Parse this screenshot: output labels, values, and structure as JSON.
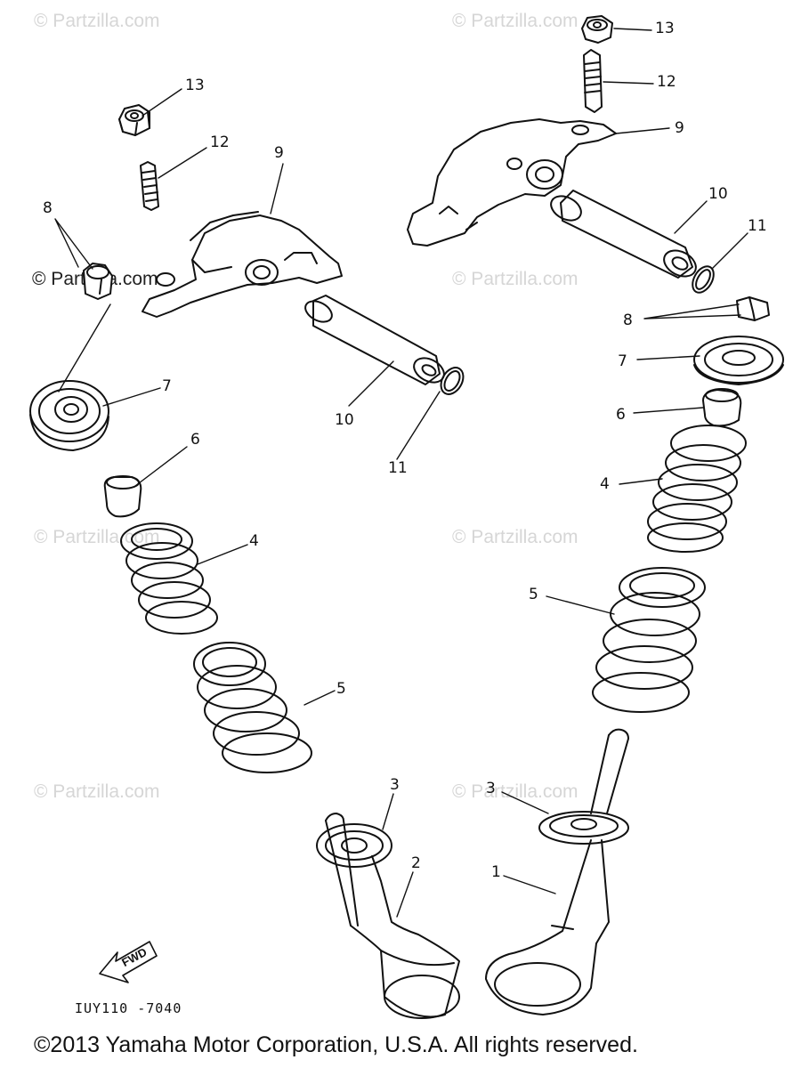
{
  "watermark": "© Partzilla.com",
  "diagram_code": "IUY110 -7040",
  "fwd_label": "FWD",
  "copyright": "©2013  Yamaha Motor Corporation, U.S.A. All rights reserved.",
  "callouts": {
    "n1": "1",
    "n2": "2",
    "n3": "3",
    "n4": "4",
    "n5": "5",
    "n6": "6",
    "n7": "7",
    "n8": "8",
    "n9": "9",
    "n10": "10",
    "n11": "11",
    "n12": "12",
    "n13": "13"
  }
}
